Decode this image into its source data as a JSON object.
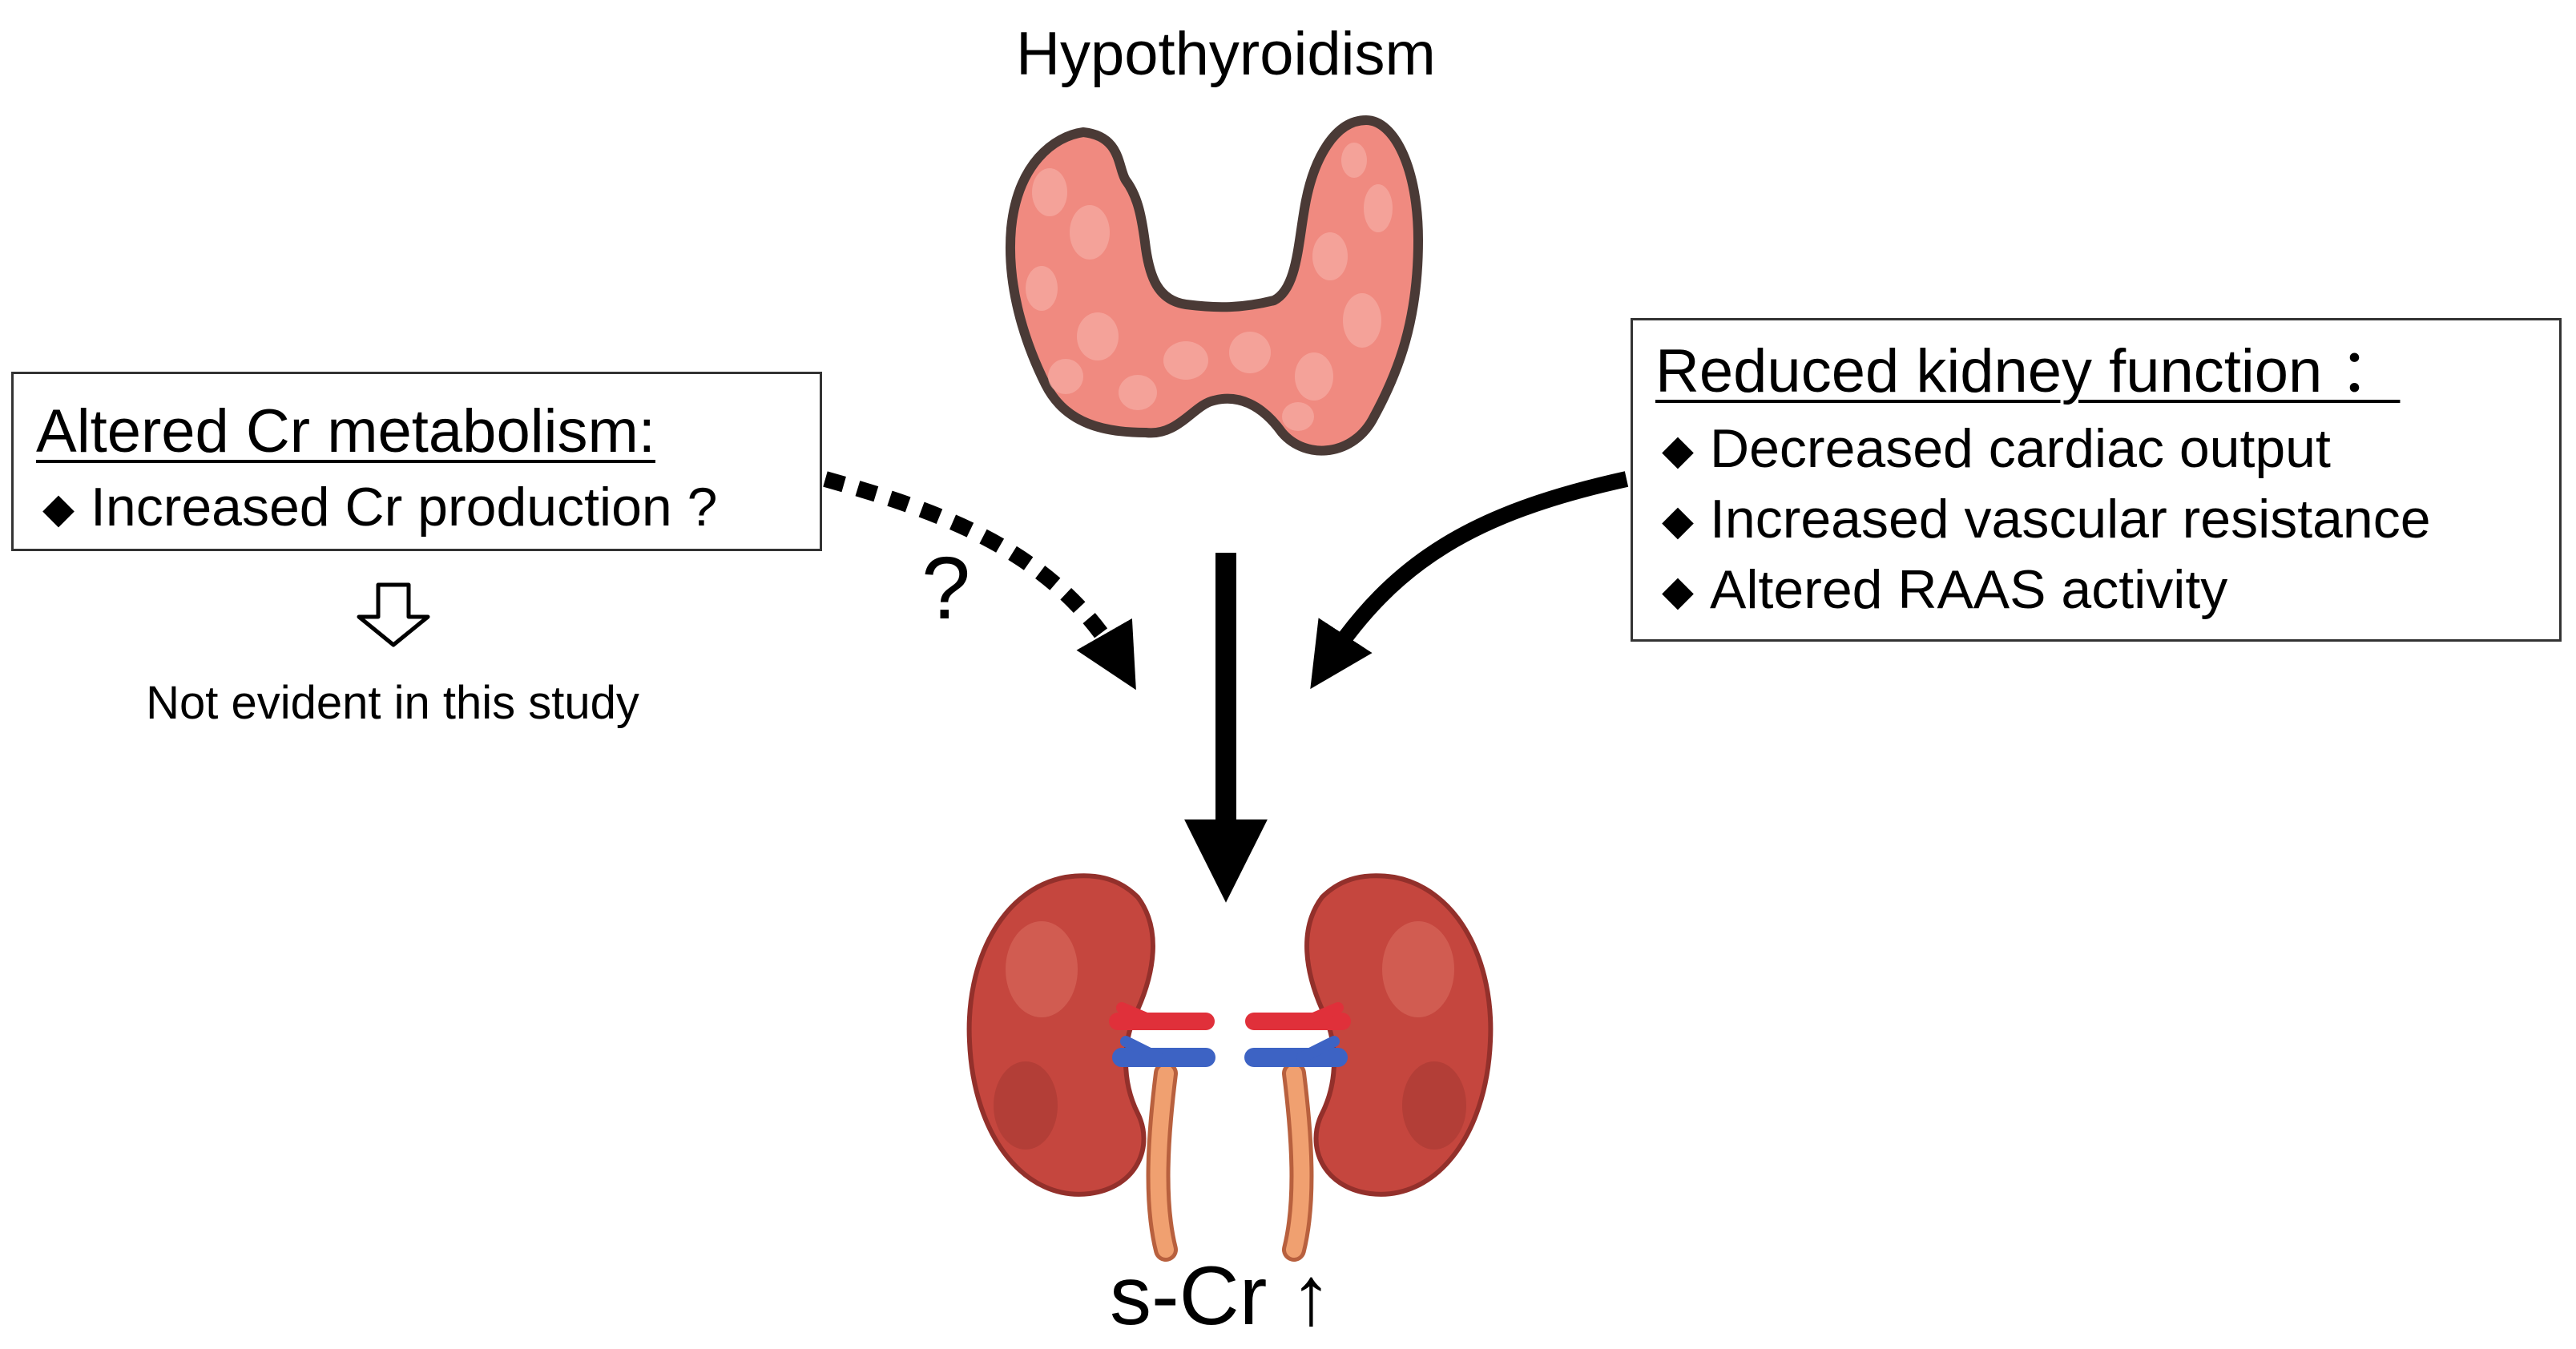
{
  "title": "Hypothyroidism",
  "left_box": {
    "heading": "Altered Cr metabolism:",
    "items": [
      "Increased Cr production ?"
    ]
  },
  "left_note": "Not evident in this study",
  "question_mark": "?",
  "right_box": {
    "heading": "Reduced kidney function ：",
    "items": [
      "Decreased cardiac output",
      "Increased vascular resistance",
      "Altered RAAS activity"
    ]
  },
  "bullet_symbol": "◆",
  "outcome": "s-Cr ↑",
  "colors": {
    "thyroid_fill": "#f08a80",
    "thyroid_spots": "#f6aaa2",
    "thyroid_outline": "#4a3a36",
    "kidney_fill": "#c5463e",
    "kidney_dark": "#93302b",
    "artery": "#e0303a",
    "vein": "#3d63c4",
    "ureter": "#f0a070"
  }
}
